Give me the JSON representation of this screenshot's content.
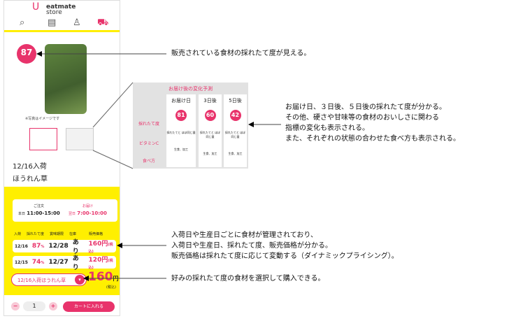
{
  "app": {
    "logo": "eatmate",
    "logo_sub": "store"
  },
  "nav": [
    "search-icon",
    "document-icon",
    "user-icon",
    "cart-icon"
  ],
  "product": {
    "freshness": "87",
    "note": "※写真はイメージです",
    "arrival": "12/16入荷",
    "name": "ほうれん草"
  },
  "popup": {
    "title": "お届け後の変化予測",
    "cols": [
      "お届け日",
      "3日後",
      "5日後"
    ],
    "rows": [
      "採れたて度",
      "ビタミンC",
      "食べ方"
    ],
    "scores": [
      "81",
      "60",
      "42"
    ],
    "vitamin": "採れたてと ほぼ同じ量",
    "usage": "生食、加工"
  },
  "order": {
    "order_label": "ご注文",
    "order_day": "本日",
    "order_time": "11:00-15:00",
    "deliv_label": "お届け",
    "deliv_day": "翌日",
    "deliv_time": "7:00-10:00"
  },
  "table": {
    "headers": [
      "入荷",
      "採れたて度",
      "賞味期限",
      "在庫",
      "販売価格"
    ],
    "rows": [
      {
        "arrival": "12/16",
        "fresh": "87",
        "pct": "%",
        "expiry": "12/28",
        "stock": "あり",
        "price": "160円",
        "tax": "(税込)"
      },
      {
        "arrival": "12/15",
        "fresh": "74",
        "pct": "%",
        "expiry": "12/27",
        "stock": "あり",
        "price": "120円",
        "tax": "(税込)"
      }
    ]
  },
  "select": {
    "value": "12/16入荷ほうれん草",
    "price": "160",
    "unit": "円",
    "tax": "(税込)"
  },
  "cart": {
    "minus": "−",
    "qty": "1",
    "plus": "+",
    "add": "カートに入れる"
  },
  "annotations": {
    "a1": "販売されている食材の採れたて度が見える。",
    "a2": [
      "お届け日、３日後、５日後の採れたて度が分かる。",
      "その他、硬さや甘味等の食材のおいしさに関わる",
      "指標の変化も表示される。",
      "また、それぞれの状態の合わせた食べ方も表示される。"
    ],
    "a3": [
      "入荷日や生産日ごとに食材が管理されており、",
      "入荷日や生産日、採れたて度、販売価格が分かる。",
      "販売価格は採れたて度に応じて変動する（ダイナミックプライシング）。"
    ],
    "a4": "好みの採れたて度の食材を選択して購入できる。"
  },
  "colors": {
    "accent": "#e8336b",
    "yellow": "#ffef00"
  }
}
